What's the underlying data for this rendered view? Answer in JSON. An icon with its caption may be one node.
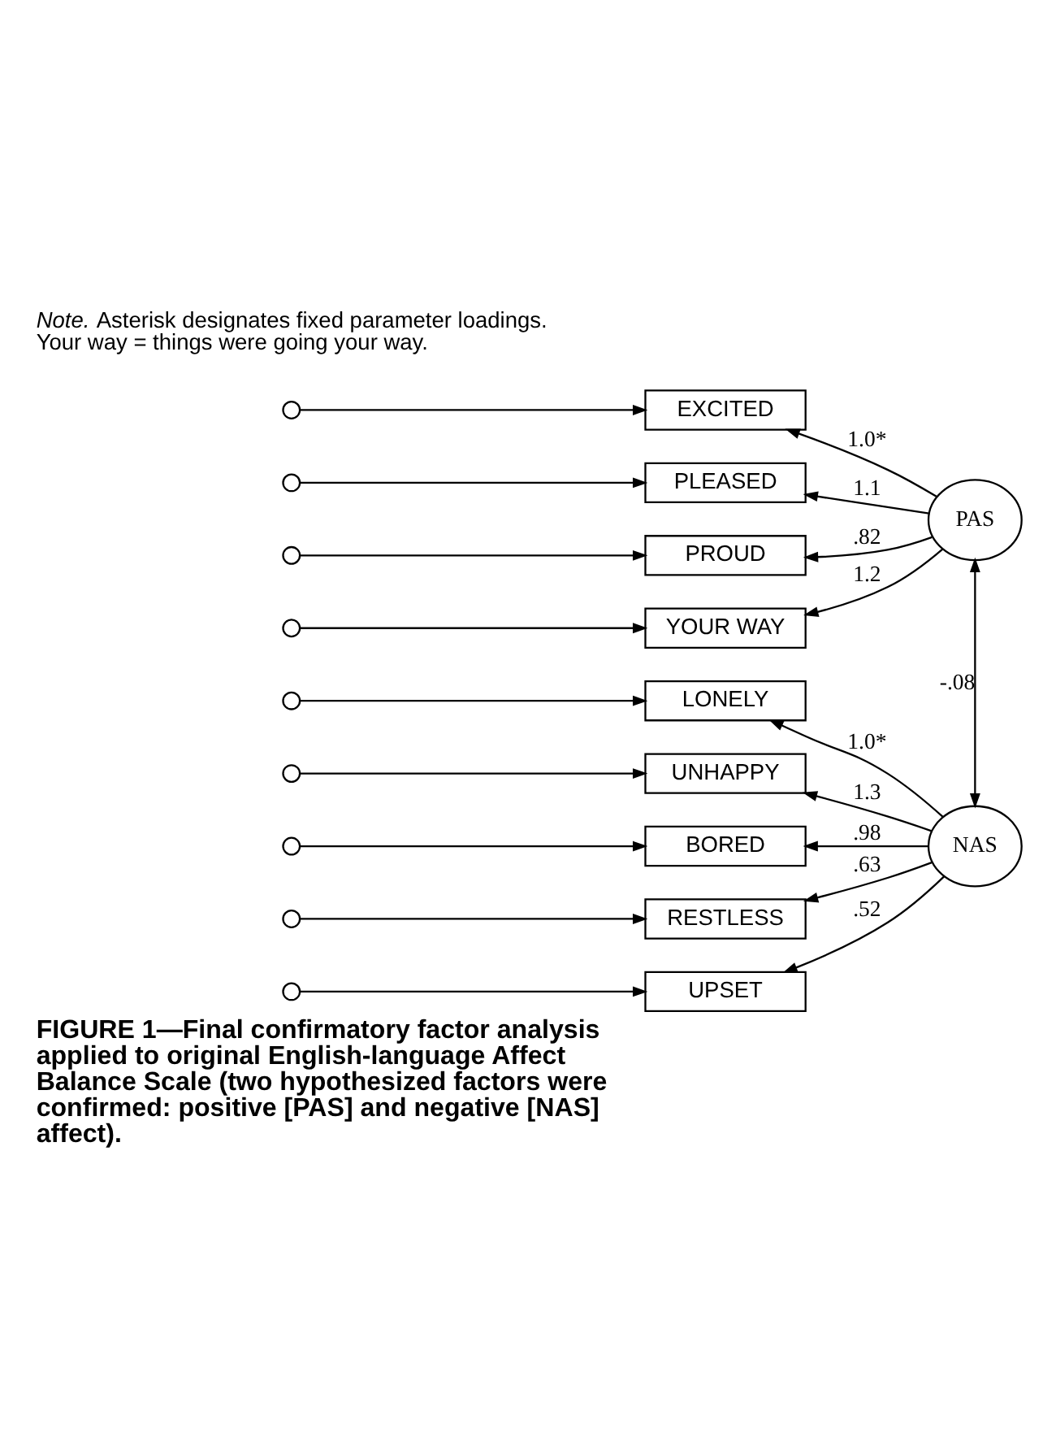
{
  "diagram": {
    "caption": "FIGURE 1—Final confirmatory factor analysis applied to original English-language Affect Balance Scale (two hypothesized factors were confirmed: positive [PAS] and negative [NAS] affect).",
    "nodes": [
      {
        "text": [],
        "shape": "circle"
      },
      {
        "text": [
          "EXCITED"
        ]
      },
      {
        "text": [],
        "shape": "circle"
      },
      {
        "text": [
          "PLEASED"
        ]
      },
      {
        "text": [
          "PAS"
        ]
      },
      {
        "text": [],
        "shape": "circle"
      },
      {
        "text": [
          "PROUD"
        ]
      },
      {
        "text": [],
        "shape": "circle"
      },
      {
        "text": [
          "YOUR WAY"
        ]
      },
      {
        "text": [],
        "shape": "circle"
      },
      {
        "text": [
          "LONELY"
        ]
      },
      {
        "text": [],
        "shape": "circle"
      },
      {
        "text": [
          "UNHAPPY"
        ]
      },
      {
        "text": [],
        "shape": "circle"
      },
      {
        "text": [
          "BORED"
        ]
      },
      {
        "text": [
          "NAS"
        ]
      },
      {
        "text": [],
        "shape": "circle"
      },
      {
        "text": [
          "RESTLESS"
        ]
      },
      {
        "text": [],
        "shape": "circle"
      },
      {
        "text": [
          "UPSET"
        ]
      }
    ],
    "edges": [
      {
        "from": 0,
        "to": 1,
        "arrow": "to"
      },
      {
        "from": 2,
        "to": 3,
        "arrow": "to"
      },
      {
        "from": 5,
        "to": 6,
        "arrow": "to"
      },
      {
        "from": 7,
        "to": 8,
        "arrow": "to"
      },
      {
        "from": 9,
        "to": 10,
        "arrow": "to"
      },
      {
        "from": 11,
        "to": 12,
        "arrow": "to"
      },
      {
        "from": 13,
        "to": 14,
        "arrow": "to"
      },
      {
        "from": 16,
        "to": 17,
        "arrow": "to"
      },
      {
        "from": 18,
        "to": 19,
        "arrow": "to"
      },
      {
        "from": 4,
        "to": 1,
        "arrow": "to",
        "label": "1.0*"
      },
      {
        "from": 4,
        "to": 3,
        "arrow": "to",
        "label": "1.1"
      },
      {
        "from": 4,
        "to": 6,
        "arrow": "to",
        "label": ".82"
      },
      {
        "from": 4,
        "to": 8,
        "arrow": "to",
        "label": "1.2"
      },
      {
        "from": 4,
        "to": 15,
        "arrow": "both",
        "label": "-.08"
      },
      {
        "from": 15,
        "to": 10,
        "arrow": "to",
        "label": "1.0*"
      },
      {
        "from": 15,
        "to": 12,
        "arrow": "to",
        "label": "1.3"
      },
      {
        "from": 15,
        "to": 14,
        "arrow": "to",
        "label": ".98"
      },
      {
        "from": 15,
        "to": 17,
        "arrow": "to",
        "label": ".63"
      },
      {
        "from": 15,
        "to": 19,
        "arrow": "to",
        "label": ".52"
      }
    ],
    "labels": [
      "*Note.* Asterisk designates fixed parameter loadings. Your way = things were going your way."
    ]
  }
}
